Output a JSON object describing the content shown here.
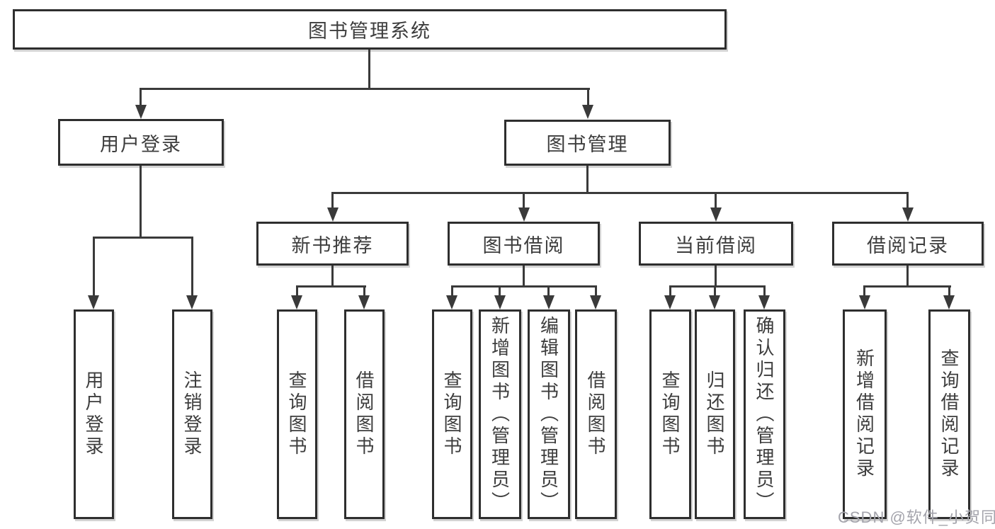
{
  "diagram": {
    "title_node": {
      "label": "图书管理系统"
    },
    "level2": [
      {
        "label": "用户登录"
      },
      {
        "label": "图书管理"
      }
    ],
    "level3": [
      {
        "label": "新书推荐"
      },
      {
        "label": "图书借阅"
      },
      {
        "label": "当前借阅"
      },
      {
        "label": "借阅记录"
      }
    ],
    "leaves": [
      {
        "parent": "用户登录",
        "label": "用户登录"
      },
      {
        "parent": "用户登录",
        "label": "注销登录"
      },
      {
        "parent": "新书推荐",
        "label": "查询图书"
      },
      {
        "parent": "新书推荐",
        "label": "借阅图书"
      },
      {
        "parent": "图书借阅",
        "label": "查询图书"
      },
      {
        "parent": "图书借阅",
        "label": "新增图书（管理员）"
      },
      {
        "parent": "图书借阅",
        "label": "编辑图书（管理员）"
      },
      {
        "parent": "图书借阅",
        "label": "借阅图书"
      },
      {
        "parent": "当前借阅",
        "label": "查询图书"
      },
      {
        "parent": "当前借阅",
        "label": "归还图书"
      },
      {
        "parent": "当前借阅",
        "label": "确认归还（管理员）"
      },
      {
        "parent": "借阅记录",
        "label": "新增借阅记录"
      },
      {
        "parent": "借阅记录",
        "label": "查询借阅记录"
      }
    ],
    "colors": {
      "line": "#3a3a3a",
      "box_border": "#2e2e2e",
      "box_background": "#ffffff",
      "text": "#3d3d3d",
      "watermark": "#a4a4ac"
    }
  },
  "watermark": {
    "text": "CSDN @软件_小贺同学"
  }
}
